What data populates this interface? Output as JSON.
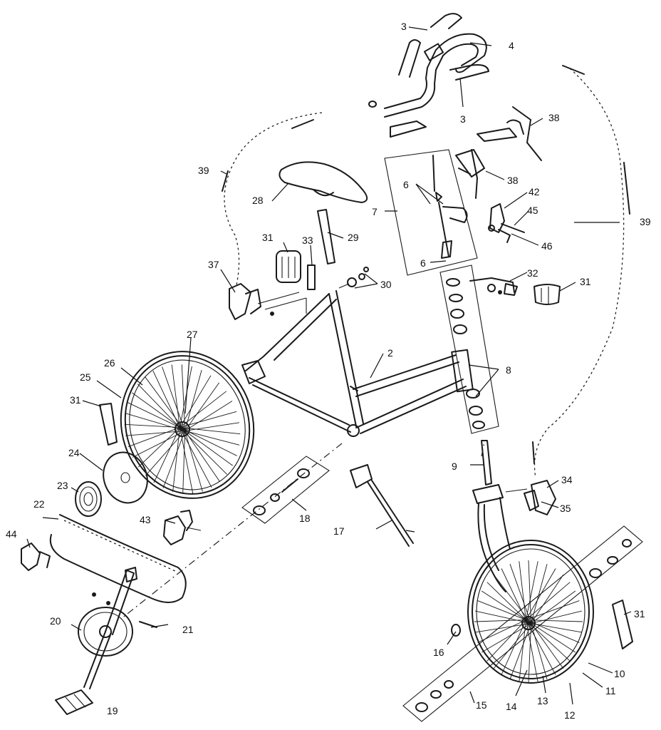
{
  "diagram": {
    "labels": [
      {
        "id": "p2",
        "text": "2"
      },
      {
        "id": "p3a",
        "text": "3"
      },
      {
        "id": "p3b",
        "text": "3"
      },
      {
        "id": "p4",
        "text": "4"
      },
      {
        "id": "p6a",
        "text": "6"
      },
      {
        "id": "p6b",
        "text": "6"
      },
      {
        "id": "p7",
        "text": "7"
      },
      {
        "id": "p8",
        "text": "8"
      },
      {
        "id": "p9",
        "text": "9"
      },
      {
        "id": "p10",
        "text": "10"
      },
      {
        "id": "p11",
        "text": "11"
      },
      {
        "id": "p12",
        "text": "12"
      },
      {
        "id": "p13",
        "text": "13"
      },
      {
        "id": "p14",
        "text": "14"
      },
      {
        "id": "p15",
        "text": "15"
      },
      {
        "id": "p16",
        "text": "16"
      },
      {
        "id": "p17",
        "text": "17"
      },
      {
        "id": "p18",
        "text": "18"
      },
      {
        "id": "p19",
        "text": "19"
      },
      {
        "id": "p20",
        "text": "20"
      },
      {
        "id": "p21",
        "text": "21"
      },
      {
        "id": "p22",
        "text": "22"
      },
      {
        "id": "p23",
        "text": "23"
      },
      {
        "id": "p24",
        "text": "24"
      },
      {
        "id": "p25",
        "text": "25"
      },
      {
        "id": "p26",
        "text": "26"
      },
      {
        "id": "p27",
        "text": "27"
      },
      {
        "id": "p28",
        "text": "28"
      },
      {
        "id": "p29",
        "text": "29"
      },
      {
        "id": "p30",
        "text": "30"
      },
      {
        "id": "p31a",
        "text": "31"
      },
      {
        "id": "p31b",
        "text": "31"
      },
      {
        "id": "p31c",
        "text": "31"
      },
      {
        "id": "p31d",
        "text": "31"
      },
      {
        "id": "p32",
        "text": "32"
      },
      {
        "id": "p33",
        "text": "33"
      },
      {
        "id": "p34",
        "text": "34"
      },
      {
        "id": "p35",
        "text": "35"
      },
      {
        "id": "p37",
        "text": "37"
      },
      {
        "id": "p38a",
        "text": "38"
      },
      {
        "id": "p38b",
        "text": "38"
      },
      {
        "id": "p39a",
        "text": "39"
      },
      {
        "id": "p39b",
        "text": "39"
      },
      {
        "id": "p42",
        "text": "42"
      },
      {
        "id": "p43",
        "text": "43"
      },
      {
        "id": "p44",
        "text": "44"
      },
      {
        "id": "p45",
        "text": "45"
      },
      {
        "id": "p46",
        "text": "46"
      }
    ]
  }
}
